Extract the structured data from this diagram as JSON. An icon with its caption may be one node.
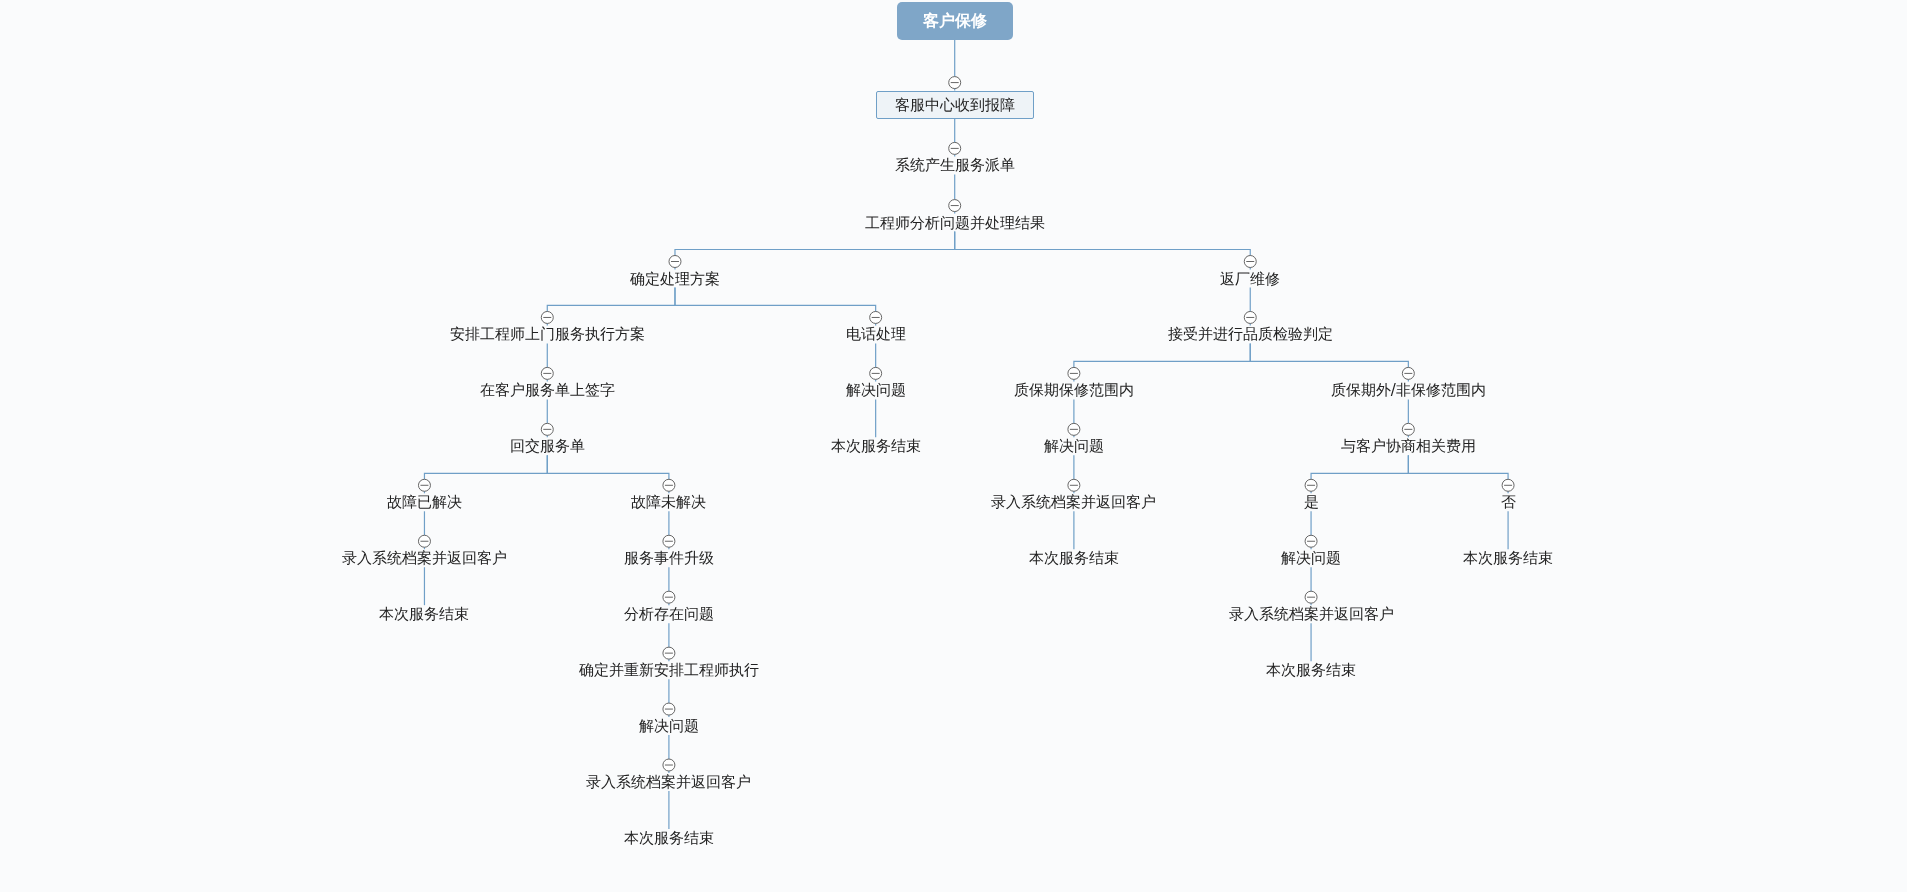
{
  "diagram": {
    "nodes": [
      {
        "text": [
          "客户保修"
        ]
      },
      {
        "text": [
          "客服中心收到报障"
        ]
      },
      {
        "text": [
          "系统产生服务派单"
        ]
      },
      {
        "text": [
          "工程师分析问题并处理结果"
        ]
      },
      {
        "text": [
          "确定处理方案"
        ]
      },
      {
        "text": [
          "返厂维修"
        ]
      },
      {
        "text": [
          "安排工程师上门服务执行方案"
        ]
      },
      {
        "text": [
          "电话处理"
        ]
      },
      {
        "text": [
          "在客户服务单上签字"
        ]
      },
      {
        "text": [
          "回交服务单"
        ]
      },
      {
        "text": [
          "故障已解决"
        ]
      },
      {
        "text": [
          "录入系统档案并返回客户"
        ]
      },
      {
        "text": [
          "本次服务结束"
        ]
      },
      {
        "text": [
          "故障未解决"
        ]
      },
      {
        "text": [
          "服务事件升级"
        ]
      },
      {
        "text": [
          "分析存在问题"
        ]
      },
      {
        "text": [
          "确定并重新安排工程师执行"
        ]
      },
      {
        "text": [
          "解决问题"
        ]
      },
      {
        "text": [
          "录入系统档案并返回客户"
        ]
      },
      {
        "text": [
          "本次服务结束"
        ]
      },
      {
        "text": [
          "解决问题"
        ]
      },
      {
        "text": [
          "本次服务结束"
        ]
      },
      {
        "text": [
          "接受并进行品质检验判定"
        ]
      },
      {
        "text": [
          "质保期保修范围内"
        ]
      },
      {
        "text": [
          "解决问题"
        ]
      },
      {
        "text": [
          "录入系统档案并返回客户"
        ]
      },
      {
        "text": [
          "本次服务结束"
        ]
      },
      {
        "text": [
          "质保期外/非保修范围内"
        ]
      },
      {
        "text": [
          "与客户协商相关费用"
        ]
      },
      {
        "text": [
          "是"
        ]
      },
      {
        "text": [
          "解决问题"
        ]
      },
      {
        "text": [
          "录入系统档案并返回客户"
        ]
      },
      {
        "text": [
          "本次服务结束"
        ]
      },
      {
        "text": [
          "否"
        ]
      },
      {
        "text": [
          "本次服务结束"
        ]
      }
    ],
    "edges": [
      {
        "from": 0,
        "to": 1,
        "arrow": "none"
      },
      {
        "from": 1,
        "to": 2,
        "arrow": "none"
      },
      {
        "from": 2,
        "to": 3,
        "arrow": "none"
      },
      {
        "from": 3,
        "to": 4,
        "arrow": "none"
      },
      {
        "from": 3,
        "to": 5,
        "arrow": "none"
      },
      {
        "from": 4,
        "to": 6,
        "arrow": "none"
      },
      {
        "from": 4,
        "to": 7,
        "arrow": "none"
      },
      {
        "from": 6,
        "to": 8,
        "arrow": "none"
      },
      {
        "from": 8,
        "to": 9,
        "arrow": "none"
      },
      {
        "from": 9,
        "to": 10,
        "arrow": "none"
      },
      {
        "from": 9,
        "to": 13,
        "arrow": "none"
      },
      {
        "from": 10,
        "to": 11,
        "arrow": "none"
      },
      {
        "from": 11,
        "to": 12,
        "arrow": "none"
      },
      {
        "from": 13,
        "to": 14,
        "arrow": "none"
      },
      {
        "from": 14,
        "to": 15,
        "arrow": "none"
      },
      {
        "from": 15,
        "to": 16,
        "arrow": "none"
      },
      {
        "from": 16,
        "to": 17,
        "arrow": "none"
      },
      {
        "from": 17,
        "to": 18,
        "arrow": "none"
      },
      {
        "from": 18,
        "to": 19,
        "arrow": "none"
      },
      {
        "from": 7,
        "to": 20,
        "arrow": "none"
      },
      {
        "from": 20,
        "to": 21,
        "arrow": "none"
      },
      {
        "from": 5,
        "to": 22,
        "arrow": "none"
      },
      {
        "from": 22,
        "to": 23,
        "arrow": "none"
      },
      {
        "from": 22,
        "to": 27,
        "arrow": "none"
      },
      {
        "from": 23,
        "to": 24,
        "arrow": "none"
      },
      {
        "from": 24,
        "to": 25,
        "arrow": "none"
      },
      {
        "from": 25,
        "to": 26,
        "arrow": "none"
      },
      {
        "from": 27,
        "to": 28,
        "arrow": "none"
      },
      {
        "from": 28,
        "to": 29,
        "arrow": "none"
      },
      {
        "from": 28,
        "to": 33,
        "arrow": "none"
      },
      {
        "from": 29,
        "to": 30,
        "arrow": "none"
      },
      {
        "from": 30,
        "to": 31,
        "arrow": "none"
      },
      {
        "from": 31,
        "to": 32,
        "arrow": "none"
      },
      {
        "from": 33,
        "to": 34,
        "arrow": "none"
      }
    ]
  }
}
